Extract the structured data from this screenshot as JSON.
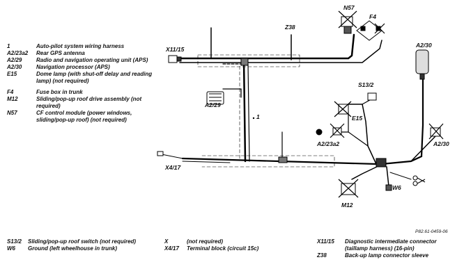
{
  "legend_left": [
    {
      "code": "1",
      "desc": "Auto-pilot system wiring harness"
    },
    {
      "code": "A2/23a2",
      "desc": "Rear GPS antenna"
    },
    {
      "code": "A2/29",
      "desc": "Radio and navigation operating unit (APS)"
    },
    {
      "code": "A2/30",
      "desc": "Navigation processor (APS)"
    },
    {
      "code": "E15",
      "desc": "Dome lamp (with shut-off delay and reading lamp) (not required)"
    },
    {
      "code": "F4",
      "desc": "Fuse box in trunk"
    },
    {
      "code": "M12",
      "desc": "Sliding/pop-up roof drive assembly (not required)"
    },
    {
      "code": "N57",
      "desc": "CF control module (power windows, sliding/pop-up roof) (not required)"
    }
  ],
  "legend_bottom_left": [
    {
      "code": "S13/2",
      "desc": "Sliding/pop-up roof switch (not required)"
    },
    {
      "code": "W6",
      "desc": "Ground (left wheelhouse in trunk)"
    }
  ],
  "legend_bottom_mid": [
    {
      "code": "X",
      "desc": "(not required)"
    },
    {
      "code": "X4/17",
      "desc": "Terminal block (circuit 15c)"
    }
  ],
  "legend_bottom_right": [
    {
      "code": "X11/15",
      "desc": "Diagnostic intermediate connector (taillamp harness) (16-pin)"
    },
    {
      "code": "Z38",
      "desc": "Back-up lamp connector sleeve"
    }
  ],
  "labels": {
    "x11_15": "X11/15",
    "z38": "Z38",
    "n57": "N57",
    "f4": "F4",
    "a2_30": "A2/30",
    "a2_29": "A2/29",
    "s13_2": "S13/2",
    "e15": "E15",
    "one": "1",
    "a2_23a2": "A2/23a2",
    "a2_30b": "A2/30",
    "x4_17": "X4/17",
    "w6": "W6",
    "m12": "M12"
  },
  "ref_code": "P82.61-0459-06"
}
